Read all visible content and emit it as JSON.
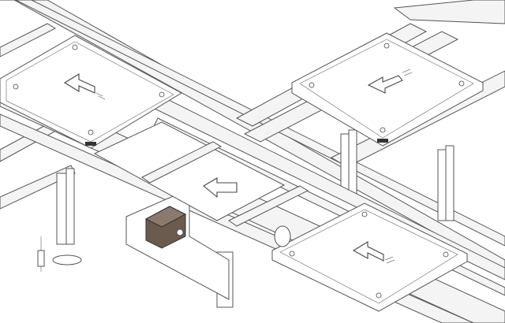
{
  "colors": {
    "line": "#555555",
    "background": "#ffffff",
    "component": "#6b5a4e"
  },
  "pallets": [
    {
      "id": "pallet-top-left",
      "arrow": "left"
    },
    {
      "id": "pallet-top-right",
      "arrow": "left"
    },
    {
      "id": "pallet-bottom-right",
      "arrow": "left"
    },
    {
      "id": "transfer-section",
      "arrow": "left"
    }
  ]
}
